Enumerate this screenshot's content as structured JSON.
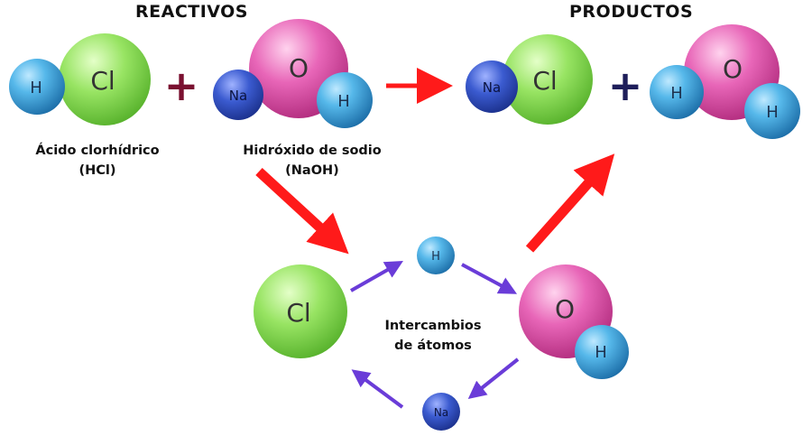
{
  "headers": {
    "reactants": "REACTIVOS",
    "products": "PRODUCTOS"
  },
  "labels": {
    "acid_name": "Ácido clorhídrico",
    "acid_formula": "(HCl)",
    "base_name": "Hidróxido de sodio",
    "base_formula": "(NaOH)",
    "exchange_line1": "Intercambios",
    "exchange_line2": "de átomos"
  },
  "operators": {
    "plus_reactants": "+",
    "plus_products": "+"
  },
  "atoms": {
    "H": "H",
    "Cl": "Cl",
    "Na": "Na",
    "O": "O"
  },
  "colors": {
    "hydrogen": "#3f9fd8",
    "chlorine": "#8fe05a",
    "sodium": "#2f50c0",
    "oxygen": "#e060b0",
    "main_arrow": "#ff1a1a",
    "cycle_arrow": "#6a3cd8",
    "plus_reactants": "#7a1030",
    "plus_products": "#1e1e5a"
  }
}
